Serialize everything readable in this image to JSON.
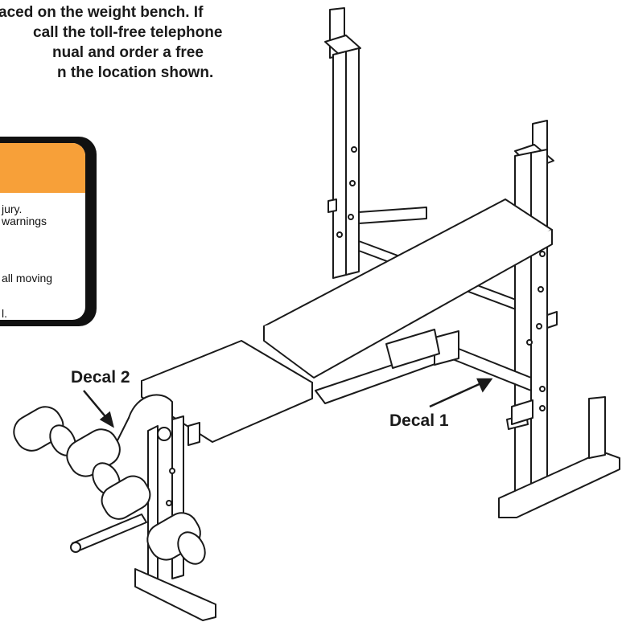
{
  "intro": {
    "lines": [
      "aced on the weight bench. If",
      "call the toll-free telephone",
      "nual and order a free",
      "n the location shown."
    ]
  },
  "decal_panel": {
    "header_color": "#f7a039",
    "lines": [
      "jury.",
      "warnings",
      "all moving",
      "l."
    ]
  },
  "labels": {
    "decal_1": "Decal 1",
    "decal_2": "Decal 2"
  }
}
